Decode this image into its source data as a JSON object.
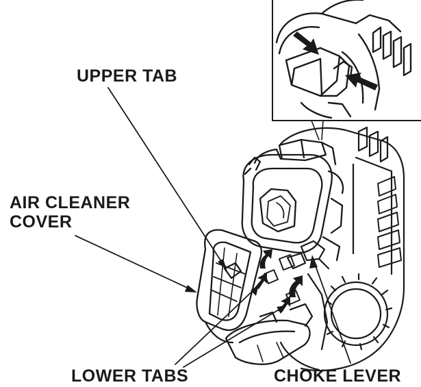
{
  "labels": {
    "upper_tab": "UPPER TAB",
    "air_cleaner_line1": "AIR CLEANER",
    "air_cleaner_line2": "COVER",
    "lower_tabs": "LOWER TABS",
    "choke_lever": "CHOKE LEVER"
  },
  "colors": {
    "ink": "#1a1a1a",
    "background": "#ffffff"
  }
}
